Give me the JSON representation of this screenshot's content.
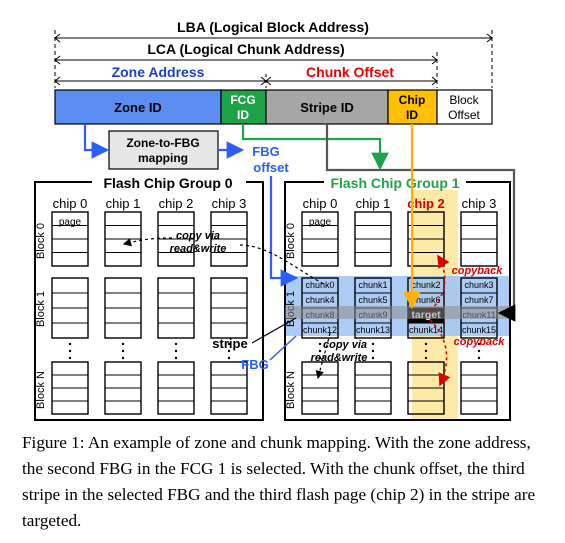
{
  "header": {
    "lba": "LBA (Logical Block Address)",
    "lca": "LCA (Logical Chunk Address)",
    "zone_address": "Zone Address",
    "chunk_offset": "Chunk Offset"
  },
  "address_bar": {
    "zone_id": "Zone ID",
    "fcg_id_line1": "FCG",
    "fcg_id_line2": "ID",
    "stripe_id": "Stripe ID",
    "chip_id_line1": "Chip",
    "chip_id_line2": "ID",
    "block_offset_line1": "Block",
    "block_offset_line2": "Offset"
  },
  "mapping": {
    "box_line1": "Zone-to-FBG",
    "box_line2": "mapping",
    "fbg_offset_line1": "FBG",
    "fbg_offset_line2": "offset"
  },
  "group0": {
    "title": "Flash Chip Group 0",
    "chips": [
      "chip 0",
      "chip 1",
      "chip 2",
      "chip 3"
    ],
    "blocks": [
      "Block 0",
      "Block 1",
      "Block N"
    ],
    "page_label": "page",
    "copy_label_line1": "copy via",
    "copy_label_line2": "read&write"
  },
  "group1": {
    "title": "Flash Chip Group 1",
    "chips": [
      "chip 0",
      "chip 1",
      "chip 2",
      "chip 3"
    ],
    "blocks": [
      "Block 0",
      "Block 1",
      "Block N"
    ],
    "page_label": "page",
    "chunks": [
      "chunk0",
      "chunk1",
      "chunk2",
      "chunk3",
      "chunk4",
      "chunk5",
      "chunk6",
      "chunk7",
      "chunk8",
      "chunk9",
      "target",
      "chunk11",
      "chunk12",
      "chunk13",
      "chunk14",
      "chunk15"
    ],
    "copyback_top": "copyback",
    "copyback_bottom": "copyback",
    "copy_label_line1": "copy via",
    "copy_label_line2": "read&write"
  },
  "labels": {
    "stripe": "stripe",
    "fbg": "FBG"
  },
  "colors": {
    "zone_blue": "#5b8ef0",
    "fcg_green": "#1ea34a",
    "stripe_gray": "#a6a6a6",
    "chip_orange": "#ffc000",
    "fbg_band": "#9ec3f5",
    "chip2_column": "#fde9a8",
    "zone_text_blue": "#1f3fbf",
    "offset_red": "#ee0000",
    "copyback_red": "#e00000",
    "group1_green": "#22a34a",
    "stripe_band": "#8c8c8c"
  },
  "caption": "Figure 1: An example of zone and chunk mapping. With the zone address, the second FBG in the FCG 1 is selected. With the chunk offset, the third stripe in the selected FBG and the third flash page (chip 2) in the stripe are targeted."
}
